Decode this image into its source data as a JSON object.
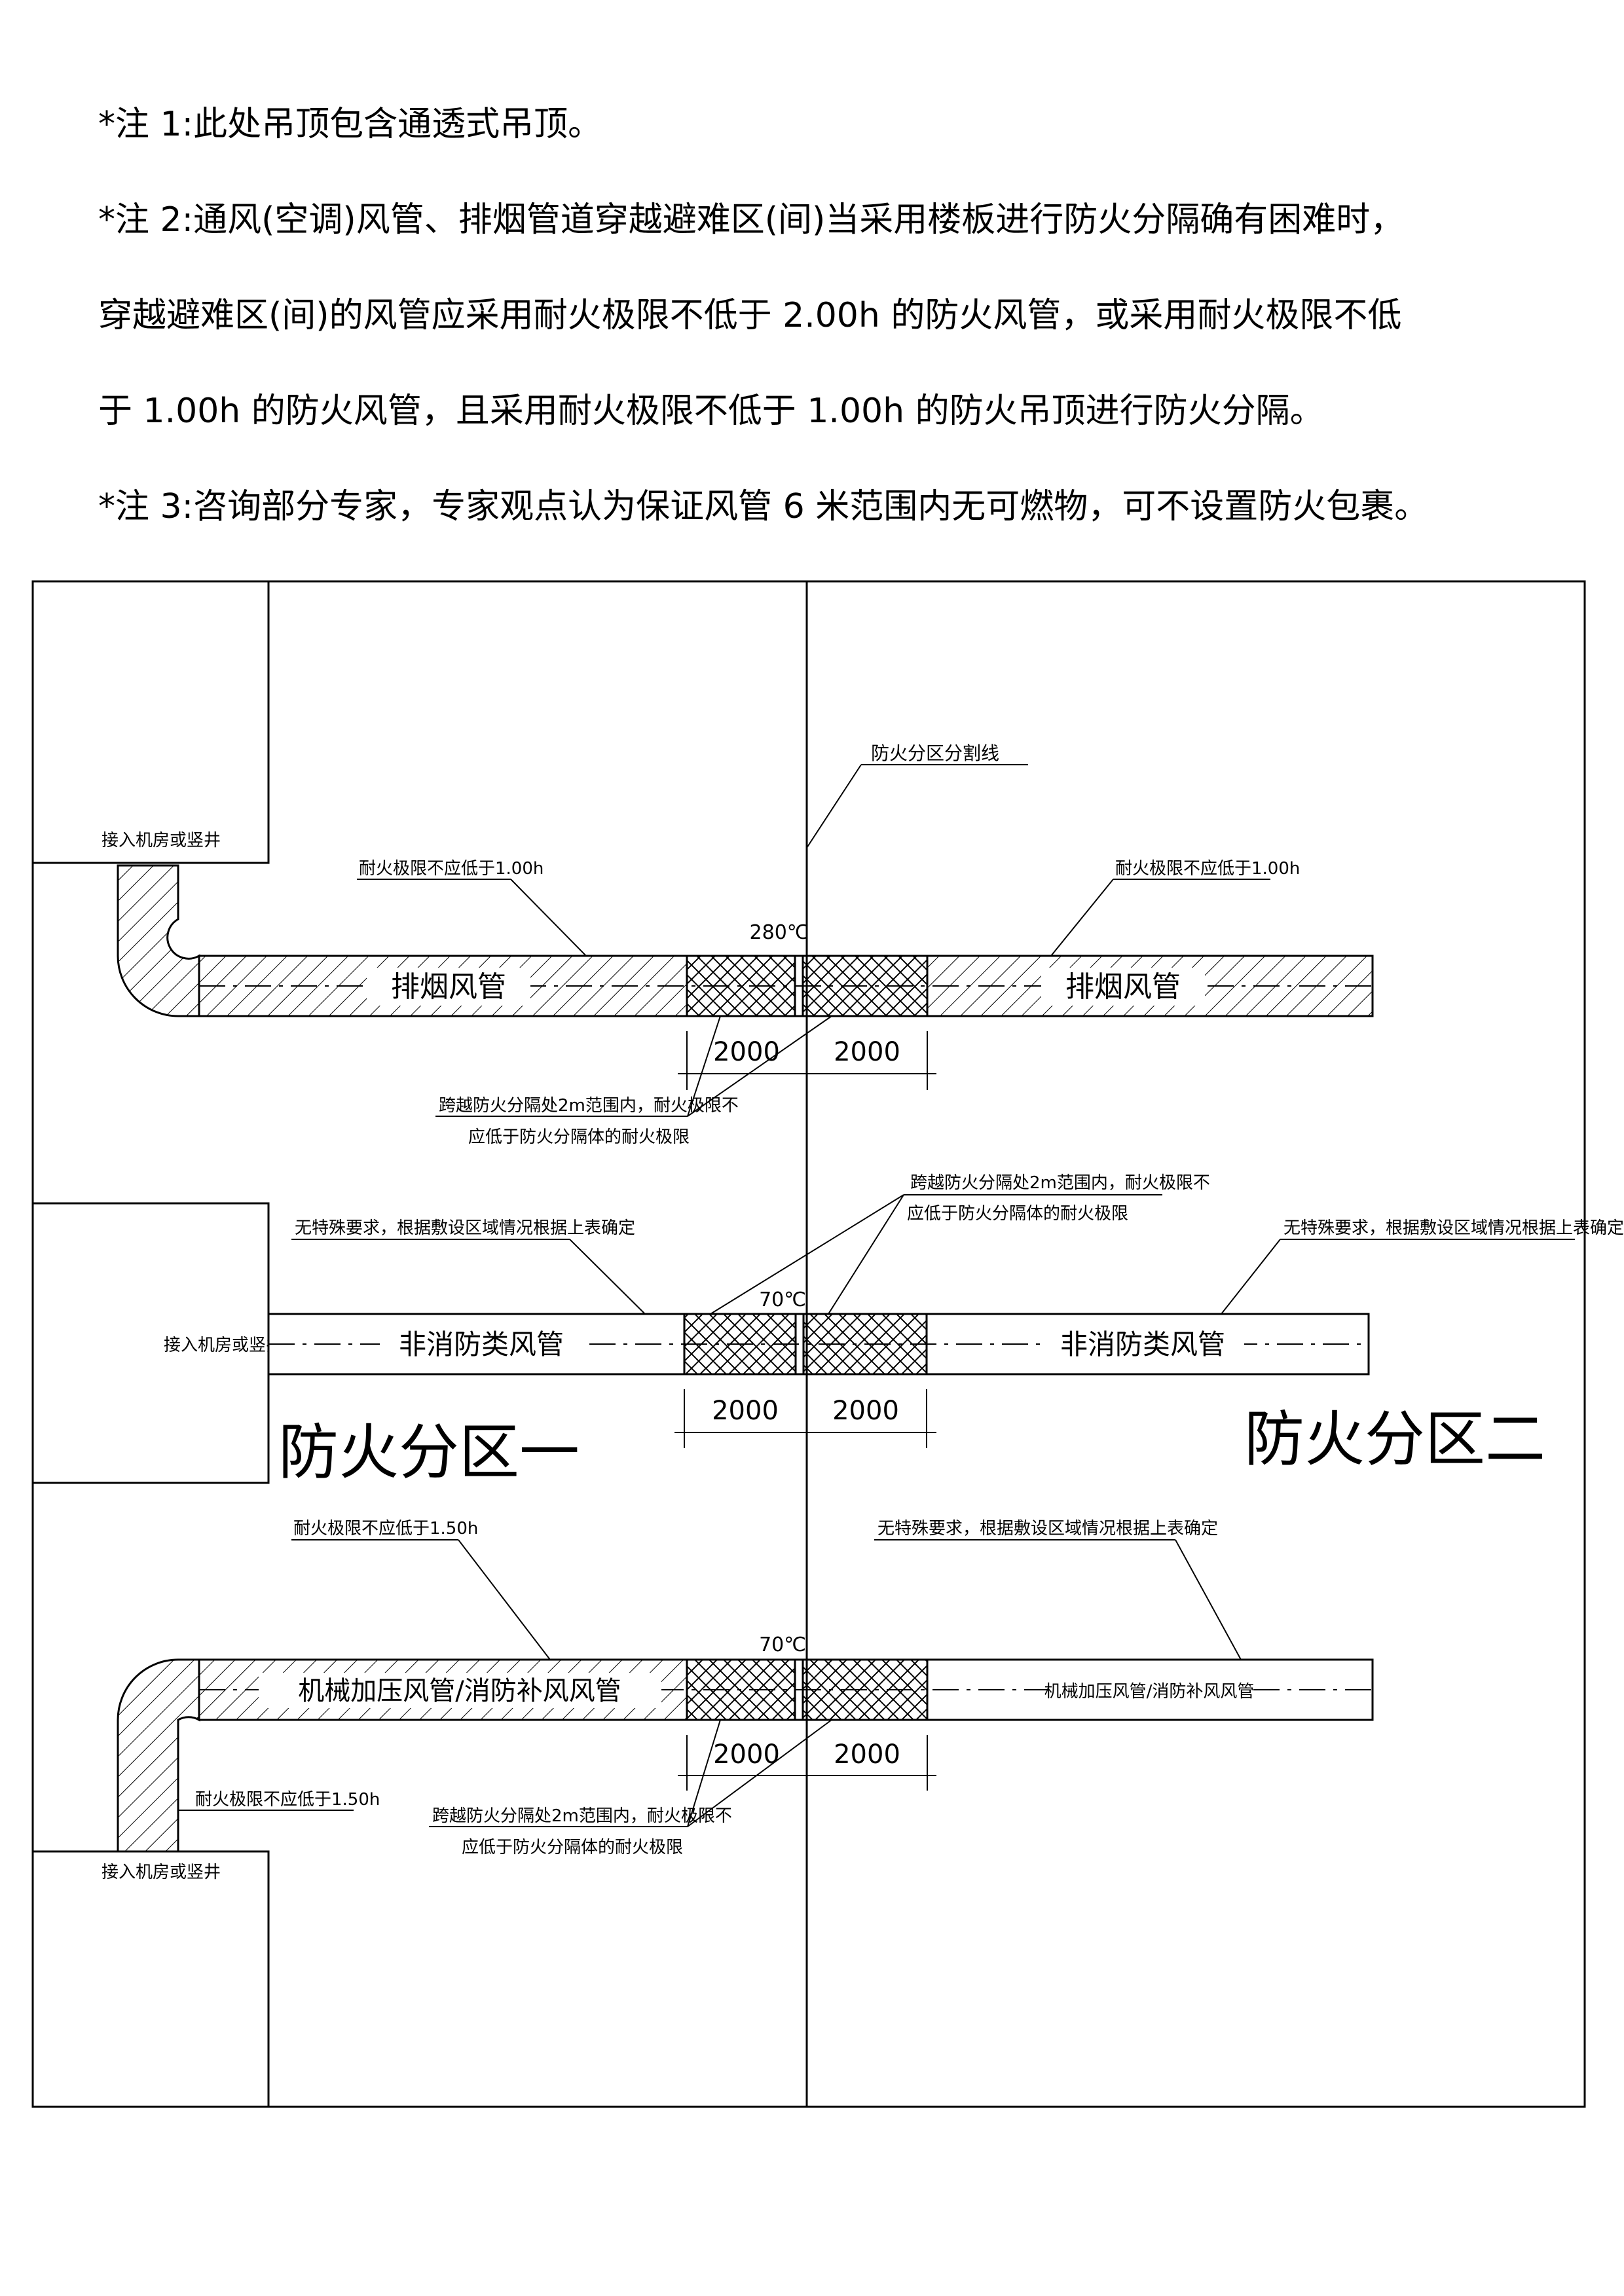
{
  "notes": {
    "note1": "*注 1:此处吊顶包含通透式吊顶。",
    "note2_line1": "*注 2:通风(空调)风管、排烟管道穿越避难区(间)当采用楼板进行防火分隔确有困难时，",
    "note2_line2": "穿越避难区(间)的风管应采用耐火极限不低于 2.00h 的防火风管，或采用耐火极限不低",
    "note2_line3": "于 1.00h 的防火风管，且采用耐火极限不低于 1.00h 的防火吊顶进行防火分隔。",
    "note3": "*注 3:咨询部分专家，专家观点认为保证风管 6 米范围内无可燃物，可不设置防火包裹。"
  },
  "diagram": {
    "divider_label": "防火分区分割线",
    "zone_left": "防火分区一",
    "zone_right": "防火分区二",
    "shaft_label": "接入机房或竖井",
    "dim_value": "2000",
    "smoke": {
      "temp": "280℃",
      "duct_name": "排烟风管",
      "left_rating": "耐火极限不应低于1.00h",
      "right_rating": "耐火极限不应低于1.00h",
      "span_note_1": "跨越防火分隔处2m范围内，耐火极限不",
      "span_note_2": "应低于防火分隔体的耐火极限"
    },
    "general": {
      "temp": "70℃",
      "duct_name": "非消防类风管",
      "left_note": "无特殊要求，根据敷设区域情况根据上表确定",
      "right_note": "无特殊要求，根据敷设区域情况根据上表确定",
      "span_note_1": "跨越防火分隔处2m范围内，耐火极限不",
      "span_note_2": "应低于防火分隔体的耐火极限"
    },
    "pressure": {
      "temp": "70℃",
      "duct_name_left": "机械加压风管/消防补风风管",
      "duct_name_right": "机械加压风管/消防补风风管",
      "left_rating": "耐火极限不应低于1.50h",
      "riser_rating": "耐火极限不应低于1.50h",
      "right_note": "无特殊要求，根据敷设区域情况根据上表确定",
      "span_note_1": "跨越防火分隔处2m范围内，耐火极限不",
      "span_note_2": "应低于防火分隔体的耐火极限"
    }
  }
}
